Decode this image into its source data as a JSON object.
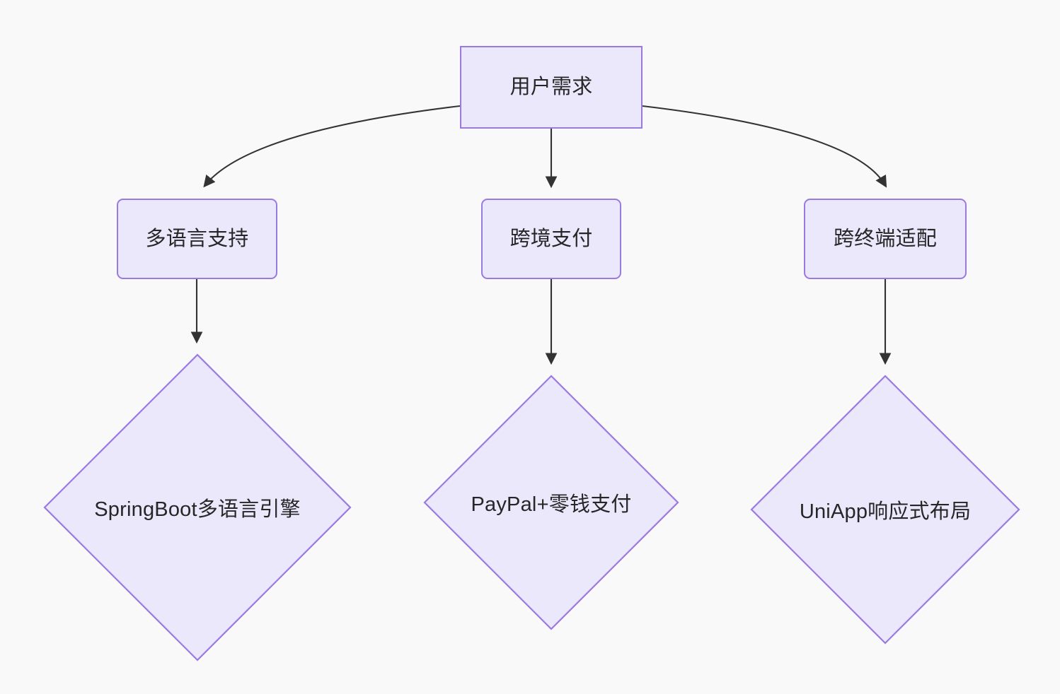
{
  "diagram": {
    "type": "flowchart",
    "direction": "top-down",
    "background_color": "#f9f9f9",
    "node_fill_color": "#ebe8fc",
    "node_border_color": "#9a79e0",
    "edge_color": "#333333",
    "text_color": "#262626",
    "nodes": [
      {
        "id": "root",
        "label": "用户需求",
        "shape": "rectangle",
        "level": 0
      },
      {
        "id": "multilang",
        "label": "多语言支持",
        "shape": "rounded-rectangle",
        "level": 1
      },
      {
        "id": "payment",
        "label": "跨境支付",
        "shape": "rounded-rectangle",
        "level": 1
      },
      {
        "id": "multiterm",
        "label": "跨终端适配",
        "shape": "rounded-rectangle",
        "level": 1
      },
      {
        "id": "springboot",
        "label": "SpringBoot多语言引擎",
        "shape": "diamond",
        "level": 2
      },
      {
        "id": "paypal",
        "label": "PayPal+零钱支付",
        "shape": "diamond",
        "level": 2
      },
      {
        "id": "uniapp",
        "label": "UniApp响应式布局",
        "shape": "diamond",
        "level": 2
      }
    ],
    "edges": [
      {
        "from": "root",
        "to": "multilang",
        "style": "curved",
        "arrow": "arrowhead"
      },
      {
        "from": "root",
        "to": "payment",
        "style": "straight",
        "arrow": "arrowhead"
      },
      {
        "from": "root",
        "to": "multiterm",
        "style": "curved",
        "arrow": "arrowhead"
      },
      {
        "from": "multilang",
        "to": "springboot",
        "style": "straight",
        "arrow": "arrowhead"
      },
      {
        "from": "payment",
        "to": "paypal",
        "style": "straight",
        "arrow": "arrowhead"
      },
      {
        "from": "multiterm",
        "to": "uniapp",
        "style": "straight",
        "arrow": "arrowhead"
      }
    ]
  }
}
